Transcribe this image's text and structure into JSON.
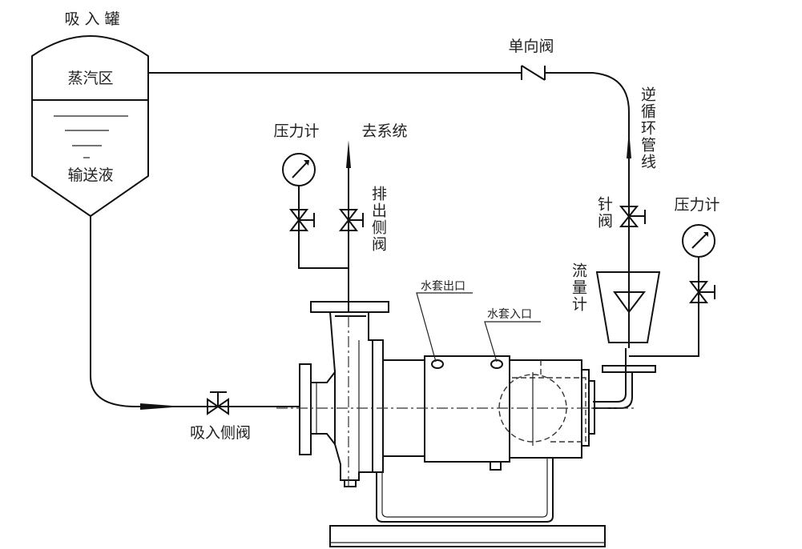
{
  "diagram": {
    "tank": {
      "title": "吸 入 罐",
      "vapor_zone": "蒸汽区",
      "liquid": "输送液"
    },
    "check_valve": "单向阀",
    "recirculation_line": "逆循环管线",
    "needle_valve": "针阀",
    "pressure_gauge_right": "压力计",
    "flow_meter": "流量计",
    "pressure_gauge_left": "压力计",
    "to_system": "去系统",
    "discharge_valve": "排出侧阀",
    "suction_valve": "吸入侧阀",
    "jacket_outlet": "水套出口",
    "jacket_inlet": "水套入口"
  }
}
